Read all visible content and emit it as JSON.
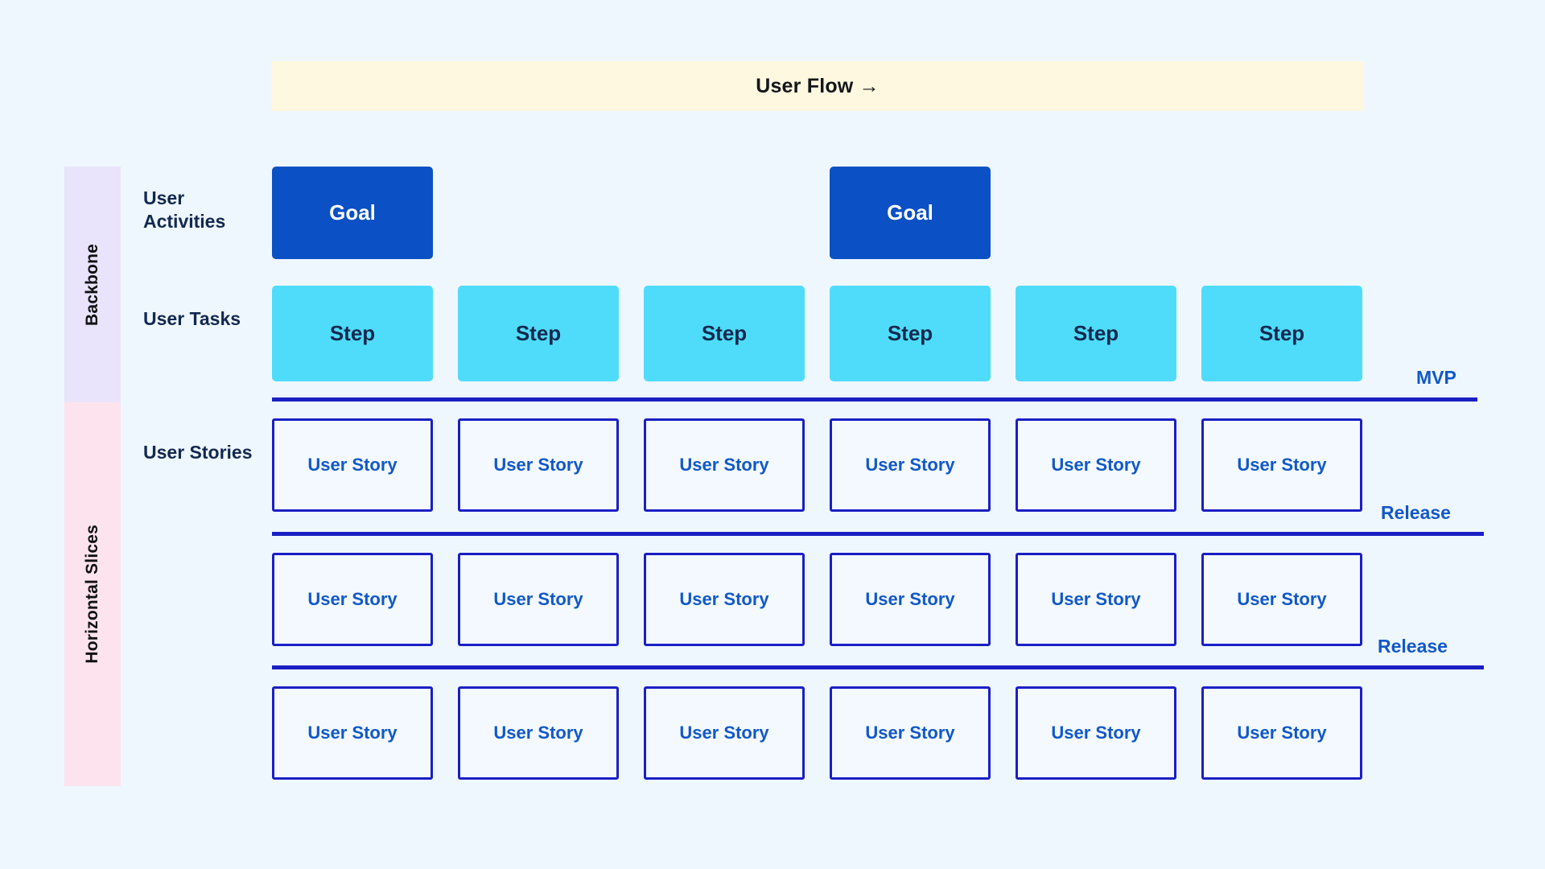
{
  "board": {
    "background_color": "#EFF7FE",
    "title_banner": {
      "label": "User Flow →",
      "background_color": "#FDF8DF"
    },
    "sections": [
      {
        "name": "backbone",
        "label": "Backbone",
        "color": "#E9E3FB"
      },
      {
        "name": "horizontal-slices",
        "label": "Horizontal Slices",
        "color": "#FDE3EE"
      }
    ],
    "row_labels": [
      {
        "name": "user-activities",
        "label": "User Activities"
      },
      {
        "name": "user-tasks",
        "label": "User Tasks"
      },
      {
        "name": "user-stories",
        "label": "User Stories"
      }
    ],
    "colors": {
      "goal": "#0B50C4",
      "step": "#4FDCFB",
      "story_border": "#1A1FC4",
      "story_text": "#1158C9",
      "divider": "#1A1FC4",
      "row_label_text": "#12294F"
    },
    "goals": [
      {
        "label": "Goal",
        "column": 1
      },
      {
        "label": "Goal",
        "column": 4
      }
    ],
    "steps": [
      {
        "label": "Step",
        "column": 1
      },
      {
        "label": "Step",
        "column": 2
      },
      {
        "label": "Step",
        "column": 3
      },
      {
        "label": "Step",
        "column": 4
      },
      {
        "label": "Step",
        "column": 5
      },
      {
        "label": "Step",
        "column": 6
      }
    ],
    "story_rows": [
      {
        "name": "release-row-1",
        "stories": [
          "User Story",
          "User Story",
          "User Story",
          "User Story",
          "User Story",
          "User Story"
        ]
      },
      {
        "name": "release-row-2",
        "stories": [
          "User Story",
          "User Story",
          "User Story",
          "User Story",
          "User Story",
          "User Story"
        ]
      },
      {
        "name": "release-row-3",
        "stories": [
          "User Story",
          "User Story",
          "User Story",
          "User Story",
          "User Story",
          "User Story"
        ]
      }
    ],
    "dividers": [
      {
        "name": "mvp-divider",
        "label": "MVP"
      },
      {
        "name": "release-divider-1",
        "label": "Release"
      },
      {
        "name": "release-divider-2",
        "label": "Release"
      }
    ]
  }
}
